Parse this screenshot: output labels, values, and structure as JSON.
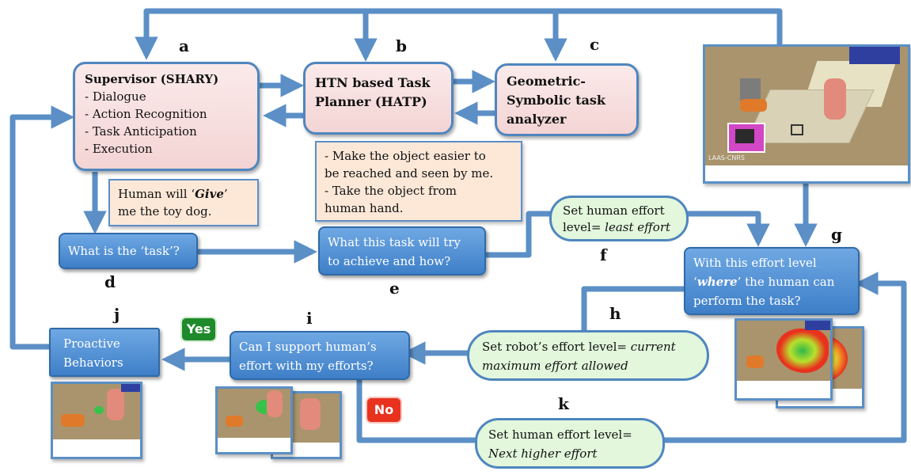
{
  "nodes": {
    "a": {
      "title": "Supervisor (SHARY)",
      "items": [
        "- Dialogue",
        "- Action Recognition",
        "- Task Anticipation",
        "- Execution"
      ]
    },
    "b": {
      "lines": [
        "HTN based Task",
        "Planner (HATP)"
      ]
    },
    "c": {
      "lines": [
        "Geometric-",
        "Symbolic task",
        "analyzer"
      ]
    },
    "human_note": {
      "pre": "Human will ‘",
      "emph": "Give",
      "post": "’",
      "line2": "me the toy dog."
    },
    "task_note": {
      "lines": [
        "- Make the object easier to",
        "be reached and seen by me.",
        "- Take the object from",
        "human hand."
      ]
    },
    "d": {
      "text": "What is the ‘task’?"
    },
    "e": {
      "lines": [
        "What this task will try",
        "to achieve and how?"
      ]
    },
    "f": {
      "line1": "Set human effort",
      "pre": "level= ",
      "emph": "least effort"
    },
    "g": {
      "line1": "With this effort level",
      "q_open": "‘",
      "emph": "where",
      "rest": "’ the human can",
      "line3": "perform the task?"
    },
    "h": {
      "pre": "Set robot’s effort level= ",
      "emph1": "current",
      "emph2": "maximum effort allowed"
    },
    "i": {
      "lines": [
        "Can I support human’s",
        "effort with my efforts?"
      ]
    },
    "j": {
      "lines": [
        "Proactive",
        "Behaviors"
      ]
    },
    "k": {
      "line1": "Set human effort level=",
      "emph": "Next higher effort"
    }
  },
  "labels": {
    "a": "a",
    "b": "b",
    "c": "c",
    "d": "d",
    "e": "e",
    "f": "f",
    "g": "g",
    "h": "h",
    "i": "i",
    "j": "j",
    "k": "k"
  },
  "badges": {
    "yes": "Yes",
    "no": "No"
  },
  "scene_watermark": "LAAS-CNRS",
  "colors": {
    "arrow": "#5b8fc6",
    "yes": "#1f8a2a",
    "no": "#e8321e",
    "box_blue": "#4a8bd0",
    "box_pink": "#f6dcdc",
    "oval_green": "#e2f7dc"
  }
}
